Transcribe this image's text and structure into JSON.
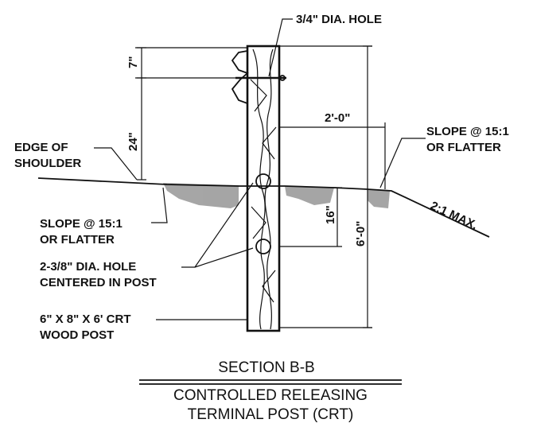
{
  "labels": {
    "hole_small": "3/4\" DIA. HOLE",
    "edge_line1": "EDGE OF",
    "edge_line2": "SHOULDER",
    "slope_right_line1": "SLOPE @ 15:1",
    "slope_right_line2": "OR FLATTER",
    "slope_left_line1": "SLOPE @ 15:1",
    "slope_left_line2": "OR FLATTER",
    "hole_large_line1": "2-3/8\" DIA. HOLE",
    "hole_large_line2": "CENTERED IN POST",
    "post_line1": "6\" X 8\" X 6' CRT",
    "post_line2": "WOOD POST",
    "max_slope": "2:1 MAX."
  },
  "dimensions": {
    "top_spacing": "7\"",
    "rail_height": "24\"",
    "offset": "2'-0\"",
    "hole_depth": "16\"",
    "post_length": "6'-0\""
  },
  "title": {
    "section": "SECTION B-B",
    "line1": "CONTROLLED RELEASING",
    "line2": "TERMINAL POST (CRT)"
  },
  "colors": {
    "ink": "#111111",
    "background": "#ffffff",
    "soil": "#777777"
  }
}
